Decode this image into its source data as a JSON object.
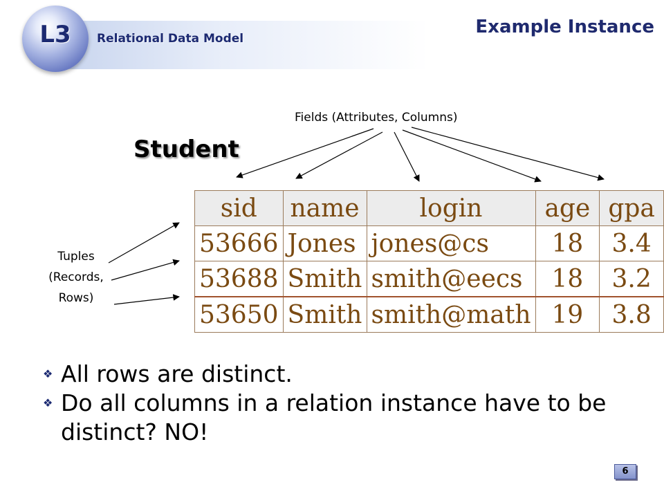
{
  "header": {
    "lecture_badge": "L3",
    "course_title": "Relational Data Model",
    "slide_title": "Example Instance"
  },
  "diagram": {
    "fields_caption": "Fields (Attributes, Columns)",
    "relation_name": "Student",
    "tuples_caption_lines": [
      "Tuples",
      "(Records,",
      "Rows)"
    ]
  },
  "table": {
    "columns": [
      "sid",
      "name",
      "login",
      "age",
      "gpa"
    ],
    "rows": [
      [
        "53666",
        "Jones",
        "jones@cs",
        "18",
        "3.4"
      ],
      [
        "53688",
        "Smith",
        "smith@eecs",
        "18",
        "3.2"
      ],
      [
        "53650",
        "Smith",
        "smith@math",
        "19",
        "3.8"
      ]
    ]
  },
  "bullets": [
    "All rows are distinct.",
    "Do all columns in a relation instance have to be distinct? NO!"
  ],
  "footer": {
    "page_number": "6"
  }
}
